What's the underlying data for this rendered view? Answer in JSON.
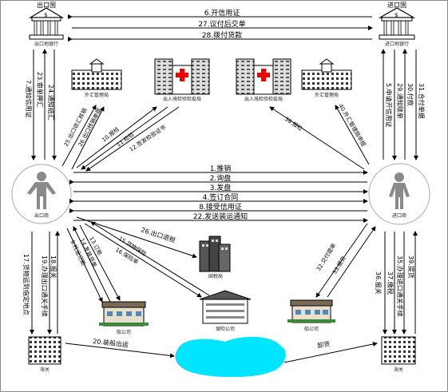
{
  "nodes": {
    "exporter_bank": "出口地银行",
    "exporter_country": "出口国",
    "importer_bank": "进口地银行",
    "importer_country": "进口国",
    "exporter": "出口商",
    "importer": "进口商",
    "fx_bureau_left": "外汇管理局",
    "inspection_left": "出入境检验检疫局",
    "inspection_right": "出入境检验检疫局",
    "fx_bureau_right": "外汇管理局",
    "tax_bureau": "国税局",
    "shipping_left": "船公司",
    "insurance": "保险公司",
    "shipping_right": "船公司",
    "customs_left": "海关",
    "customs_right": "海关"
  },
  "bank_flows": {
    "f6": "6.开信用证",
    "f27": "27.议付后交单",
    "f28": "28.拨付货款"
  },
  "trade_flows": {
    "f1": "1.推销",
    "f2": "2.询盘",
    "f3": "3.发盘",
    "f4": "4.签订合同",
    "f8": "8.接受信用证",
    "f22": "22.发送装运通知"
  },
  "left_bank_flows": {
    "f7": "7.通知信用证",
    "f23": "23.审单押汇",
    "f24": "24.通知结汇"
  },
  "right_bank_flows": {
    "f5": "5.申请开信用证",
    "f29": "29.通知赎单",
    "f30": "30.付款",
    "f31": "31.合付单据"
  },
  "exporter_agency_flows": {
    "d25": "25.出口收汇核销",
    "d26": "26.出口核销单据",
    "d10": "10.报检",
    "d11": "11.检验",
    "d12": "12.签发检验证书"
  },
  "importer_agency_flows": {
    "d38": "38.报检",
    "d40": "40.外汇管理局申报"
  },
  "tax_flow": "26.出口退税",
  "lower_left_flows": {
    "v17": "17.货物运到指定地点",
    "v19": "19.办理出口通关手续",
    "v18": "18.报关",
    "v9": "9.托运订舱",
    "v14": "14.发装货单",
    "v13": "13.订舱",
    "v15": "15.货物保险",
    "v16": "16.保险单"
  },
  "lower_right_flows": {
    "d32": "32.交付提单",
    "d33": "33.提货",
    "v36": "36.报关",
    "v37": "37.缴税",
    "v35": "35.办理进口通关手续",
    "v39": "39.提货"
  },
  "shipping_flows": {
    "s20": "20.装船出运",
    "s_unload": "卸货"
  },
  "colors": {
    "sea": "#00e5ff",
    "line": "#000000",
    "frame": "#8a8a8a"
  }
}
